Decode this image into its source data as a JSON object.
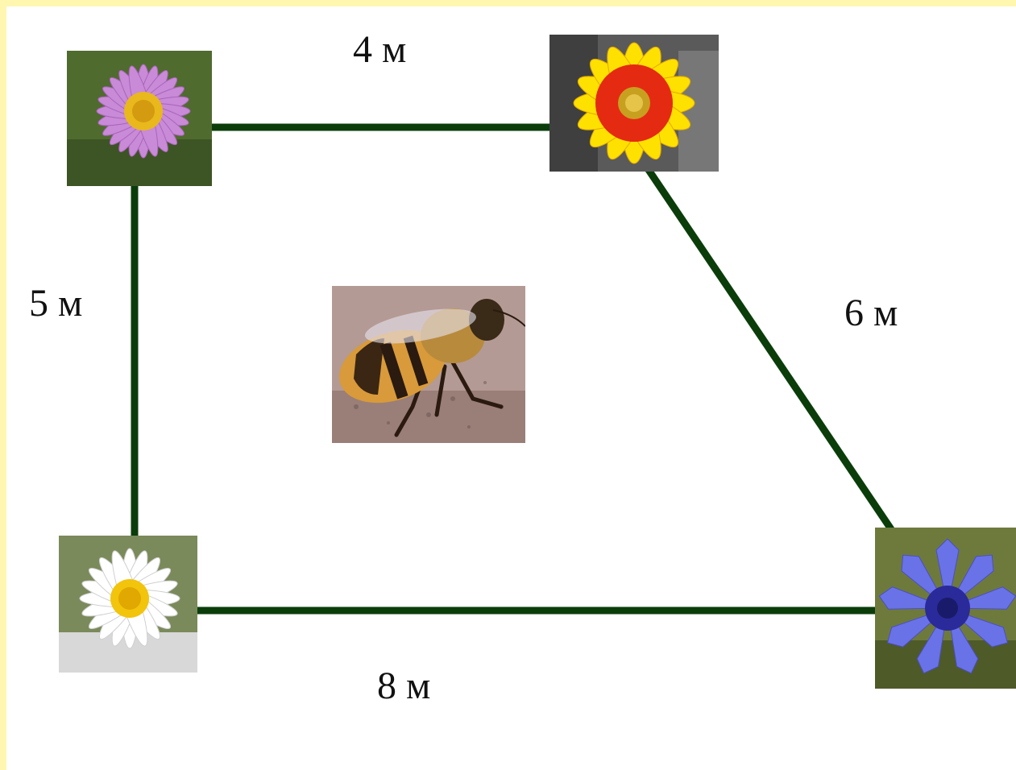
{
  "colors": {
    "frame": "#fff6b0",
    "edge": "#0b3d0b"
  },
  "edges": {
    "top": "4 м",
    "left": "5 м",
    "right": "6 м",
    "bottom": "8 м"
  },
  "nodes": {
    "top_left": "aster-flower-icon",
    "top_right": "gaillardia-flower-icon",
    "bottom_left": "chamomile-flower-icon",
    "bottom_right": "cornflower-icon",
    "center": "bee-icon"
  }
}
